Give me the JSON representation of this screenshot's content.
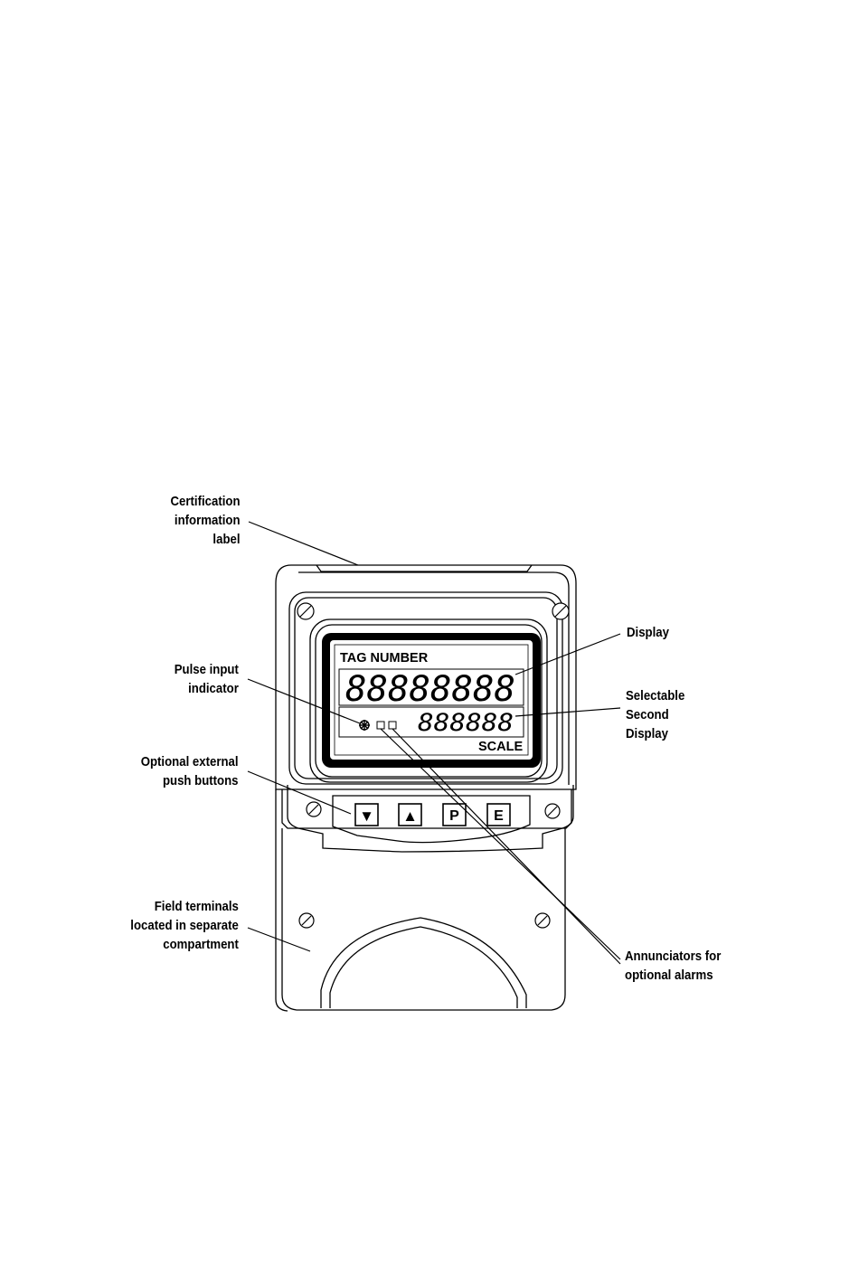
{
  "callouts": {
    "certification": [
      "Certification",
      "information",
      "label"
    ],
    "pulse": [
      "Pulse input",
      "indicator"
    ],
    "pushbuttons": [
      "Optional external",
      "push buttons"
    ],
    "terminals": [
      "Field terminals",
      "located in separate",
      "compartment"
    ],
    "display": [
      "Display"
    ],
    "second_display": [
      "Selectable",
      "Second",
      "Display"
    ],
    "annunciators": [
      "Annunciators for",
      "optional alarms"
    ]
  },
  "lcd": {
    "tag": "TAG NUMBER",
    "main_digits": "88888888",
    "second_digits": "888888",
    "scale": "SCALE"
  },
  "buttons": {
    "down": "▼",
    "up": "▲",
    "p": "P",
    "e": "E"
  }
}
